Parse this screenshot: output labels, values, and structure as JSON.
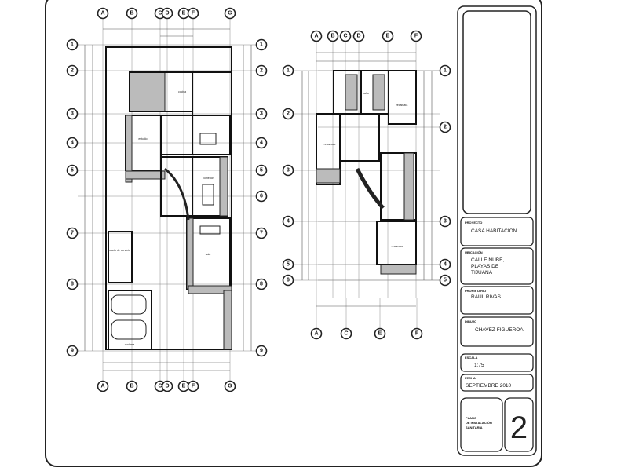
{
  "drawing": {
    "ground_floor": {
      "columns_top": [
        "A",
        "B",
        "C",
        "D",
        "E",
        "F",
        "G"
      ],
      "rows": [
        "1",
        "2",
        "3",
        "4",
        "5",
        "6",
        "7",
        "8",
        "9"
      ],
      "rooms": [
        "cuarto de servicio",
        "estudio",
        "sala",
        "comedor",
        "cocina",
        "cochera"
      ]
    },
    "upper_floor": {
      "columns_top": [
        "A",
        "B",
        "C",
        "D",
        "E",
        "F"
      ],
      "columns_bottom": [
        "A",
        "C",
        "E",
        "F"
      ],
      "rows": [
        "1",
        "2",
        "3",
        "4",
        "5",
        "6"
      ],
      "rooms": [
        "recamara",
        "baño",
        "recamara",
        "recamara"
      ]
    }
  },
  "title_block": {
    "project_label": "PROYECTO",
    "project": "CASA HABITACIÓN",
    "location_label": "UBICACIÓN",
    "location_lines": [
      "CALLE NUBE,",
      "PLAYAS DE",
      "TIJUANA"
    ],
    "owner_label": "PROPIETARIO",
    "owner": "RAUL RIVAS",
    "drawn_label": "DIBUJO",
    "drawn": "CHAVEZ FIGUEROA",
    "scale_label": "ESCALA",
    "scale": "1:75",
    "date_label": "FECHA",
    "date": "SEPTIEMBRE 2010",
    "sheet_title_lines": [
      "PLANO",
      "DE INSTALACIÓN",
      "SANITARIA"
    ],
    "sheet_number": "2"
  }
}
